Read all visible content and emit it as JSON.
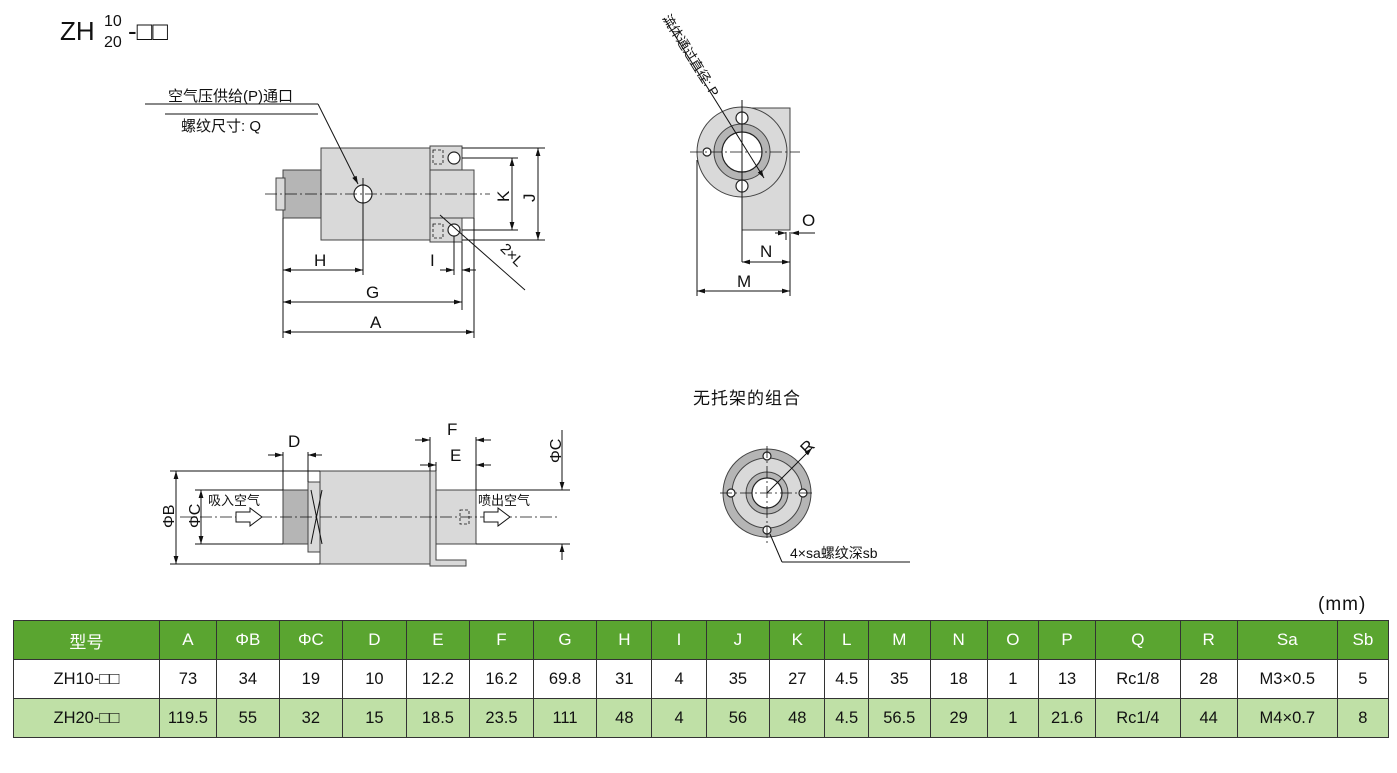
{
  "title": {
    "prefix": "ZH",
    "sup": "10",
    "sub": "20",
    "suffix": "-□□"
  },
  "side_view": {
    "port_label_line1": "空气压供给(P)通口",
    "port_label_line2": "螺纹尺寸: Q",
    "dims": {
      "A": "A",
      "G": "G",
      "H": "H",
      "I": "I",
      "K": "K",
      "J": "J",
      "L": "2×L"
    }
  },
  "end_view": {
    "diameter_label": "流体通过直径: P",
    "dims": {
      "O": "O",
      "N": "N",
      "M": "M"
    }
  },
  "flow_view": {
    "suction_label": "吸入空气",
    "exhaust_label": "喷出空气",
    "dims": {
      "D": "D",
      "F": "F",
      "E": "E",
      "phiB": "ΦB",
      "phiC_left": "ΦC",
      "phiC_right": "ΦC"
    }
  },
  "no_bracket_view": {
    "title": "无托架的组合",
    "radius_label": "R",
    "thread_label": "4×sa螺纹深sb"
  },
  "unit": "(mm)",
  "table": {
    "headers": [
      "型号",
      "A",
      "ΦB",
      "ΦC",
      "D",
      "E",
      "F",
      "G",
      "H",
      "I",
      "J",
      "K",
      "L",
      "M",
      "N",
      "O",
      "P",
      "Q",
      "R",
      "Sa",
      "Sb"
    ],
    "rows": [
      [
        "ZH10-□□",
        "73",
        "34",
        "19",
        "10",
        "12.2",
        "16.2",
        "69.8",
        "31",
        "4",
        "35",
        "27",
        "4.5",
        "35",
        "18",
        "1",
        "13",
        "Rc1/8",
        "28",
        "M3×0.5",
        "5"
      ],
      [
        "ZH20-□□",
        "119.5",
        "55",
        "32",
        "15",
        "18.5",
        "23.5",
        "111",
        "48",
        "4",
        "56",
        "48",
        "4.5",
        "56.5",
        "29",
        "1",
        "21.6",
        "Rc1/4",
        "44",
        "M4×0.7",
        "8"
      ]
    ]
  }
}
